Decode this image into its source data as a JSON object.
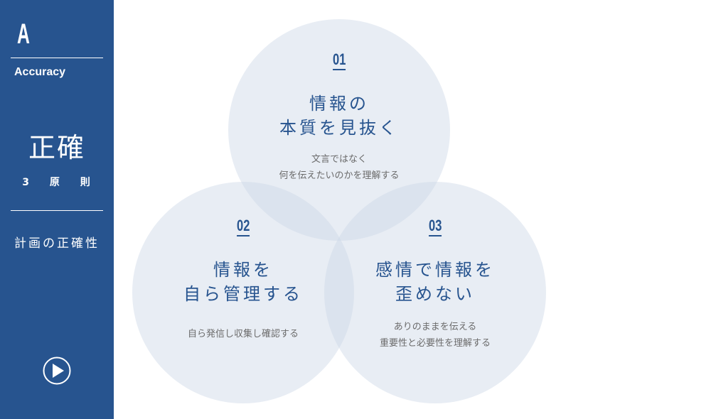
{
  "sidebar": {
    "letter": "A",
    "english_label": "Accuracy",
    "title": "正確",
    "subtitle": "3 原 則",
    "topic": "計画の正確性",
    "play_icon": "play-circle-icon"
  },
  "colors": {
    "sidebar_bg": "#27548f",
    "accent": "#27548f",
    "circle_fill": "#e7ecf3",
    "overlap_fill": "#d6dee9",
    "desc_text": "#6b6b6b"
  },
  "principles": [
    {
      "number": "01",
      "heading_line1": "情報の",
      "heading_line2": "本質を見抜く",
      "desc_line1": "文言ではなく",
      "desc_line2": "何を伝えたいのかを理解する"
    },
    {
      "number": "02",
      "heading_line1": "情報を",
      "heading_line2": "自ら管理する",
      "desc_line1": "自ら発信し収集し確認する"
    },
    {
      "number": "03",
      "heading_line1": "感情で情報を",
      "heading_line2": "歪めない",
      "desc_line1": "ありのままを伝える",
      "desc_line2": "重要性と必要性を理解する"
    }
  ]
}
